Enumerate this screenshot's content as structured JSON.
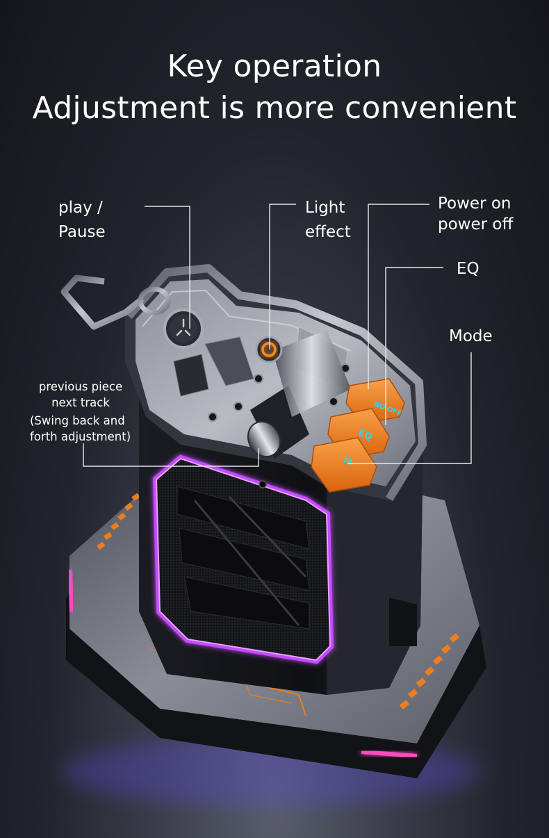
{
  "heading": {
    "line1": "Key operation",
    "line2": "Adjustment is more convenient"
  },
  "callouts": {
    "play_pause": "play /\nPause",
    "light_effect": "Light\neffect",
    "power": "Power on\npower off",
    "eq": "EQ",
    "mode": "Mode",
    "track_title": "previous piece\nnext track",
    "track_note": "(Swing back and\nforth adjustment)"
  },
  "buttons": {
    "power_key": "NO OFF",
    "eq_key": "EQ",
    "mode_key": "M"
  },
  "colors": {
    "accent_orange": "#ee7d1e",
    "key_text_cyan": "#2fd6e6",
    "glow_purple": "#b43cff",
    "glow_pink": "#ff3fb0",
    "metal": "#8b8e98"
  },
  "icons": {
    "play_pause_button": "crosshair-icon",
    "light_button": "ring-light-icon"
  }
}
